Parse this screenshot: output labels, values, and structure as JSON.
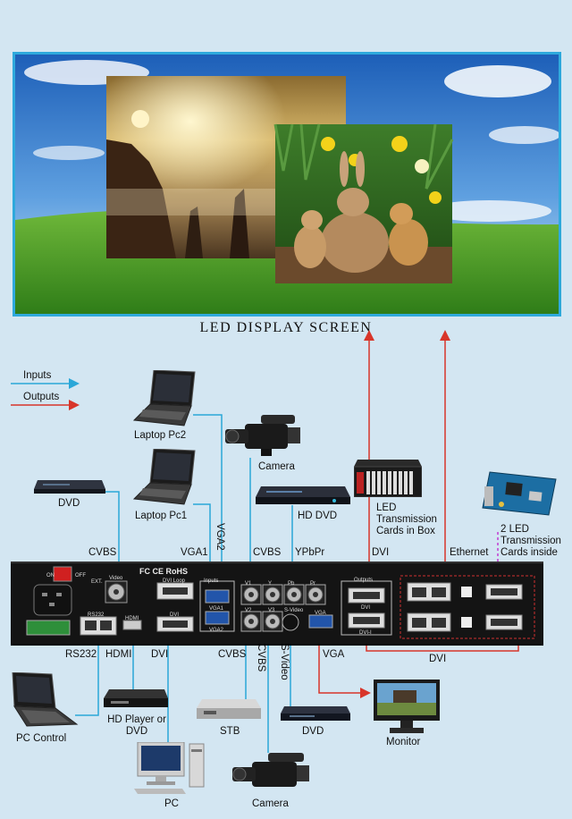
{
  "title": "LED DISPLAY SCREEN",
  "legend": {
    "inputs": "Inputs",
    "outputs": "Outputs"
  },
  "devices": {
    "laptop_pc2": "Laptop Pc2",
    "laptop_pc1": "Laptop Pc1",
    "camera_top": "Camera",
    "dvd_left": "DVD",
    "hd_dvd": "HD DVD",
    "led_box": "LED Transmission Cards in Box",
    "led_cards": "2 LED Transmission Cards inside",
    "pc_control": "PC Control",
    "hd_player": "HD Player or DVD",
    "stb": "STB",
    "dvd_bottom": "DVD",
    "monitor": "Monitor",
    "pc": "PC",
    "camera_bottom": "Camera"
  },
  "connections": {
    "cvbs_left": "CVBS",
    "vga1": "VGA1",
    "vga2": "VGA2",
    "cvbs_top": "CVBS",
    "ypbpr": "YPbPr",
    "dvi_out": "DVI",
    "ethernet": "Ethernet",
    "rs232": "RS232",
    "hdmi": "HDMI",
    "dvi_in": "DVI",
    "cvbs_bottom": "CVBS",
    "cvbs_vertical": "CVBS",
    "svideo_vertical": "S-Video",
    "vga_out": "VGA",
    "dvi_bottom": "DVI"
  },
  "panel": {
    "on": "ON",
    "off": "OFF",
    "ext": "EXT.",
    "video": "Video",
    "dvi_loop": "DVI Loop",
    "inputs": "Inputs",
    "outputs": "Outputs",
    "vga1": "VGA1",
    "vga2": "VGA2",
    "hdmi": "HDMI",
    "dvi": "DVI",
    "v1": "V1",
    "v2": "V2",
    "v3": "V3",
    "y": "Y",
    "pb": "Pb",
    "pr": "Pr",
    "svideo": "S-Video",
    "vga": "VGA",
    "dvi_out": "DVI",
    "dvi_i": "DVI-I",
    "rs232": "RS232",
    "marks": "FC CE RoHS"
  },
  "colors": {
    "input_arrow": "#2aa7d8",
    "output_arrow": "#d8352a",
    "screen_border": "#2ea9dc",
    "panel": "#141414"
  }
}
